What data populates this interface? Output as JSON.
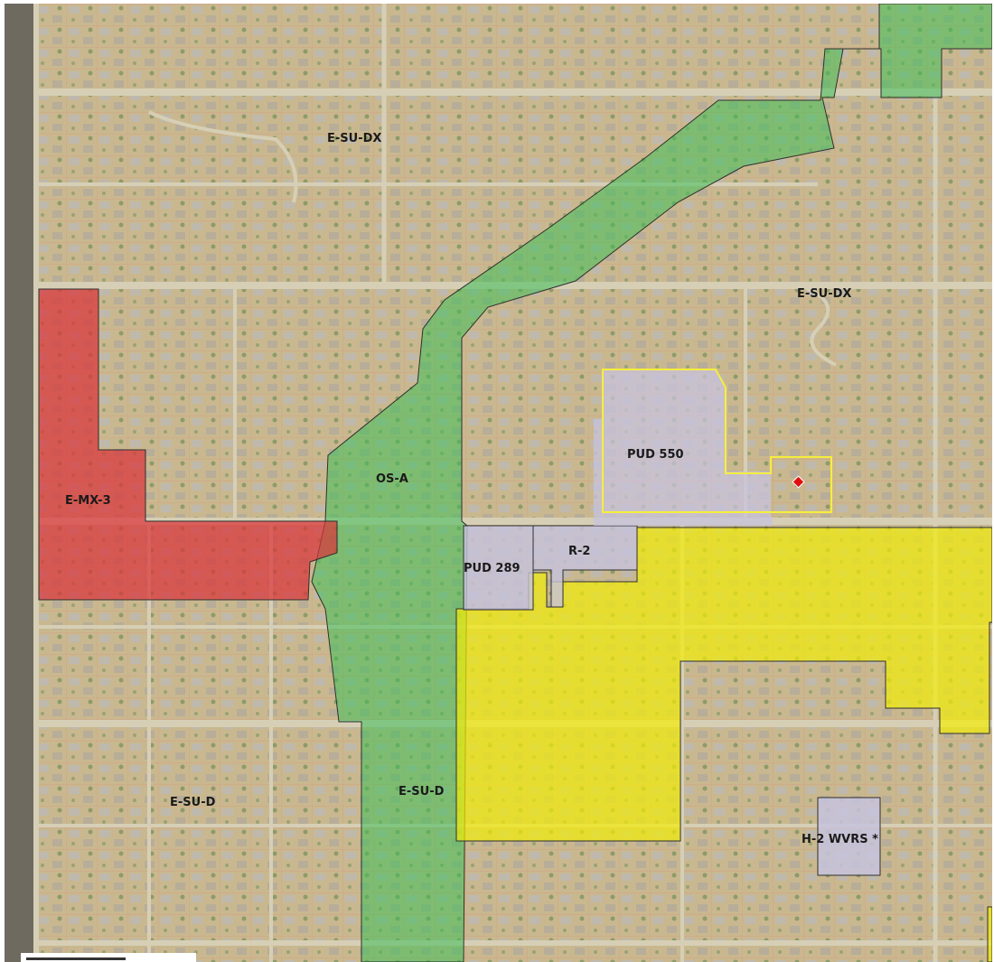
{
  "map": {
    "marker_color": "#e01010",
    "zone_colors": {
      "commercial": "#d9343a",
      "open_space": "#3fbf5a",
      "residential_mf": "#f2ec08",
      "pud": "#c7c3de",
      "pud_outline": "#f6ee3c",
      "outline": "#2f2f2f"
    },
    "labels": {
      "e_su_dx_north": "E-SU-DX",
      "e_su_dx_east": "E-SU-DX",
      "e_mx_3": "E-MX-3",
      "os_a": "OS-A",
      "pud_550": "PUD 550",
      "pud_289": "PUD 289",
      "r_2": "R-2",
      "e_su_d_west": "E-SU-D",
      "e_su_d_center": "E-SU-D",
      "h_2_wvrs": "H-2 WVRS *"
    }
  }
}
